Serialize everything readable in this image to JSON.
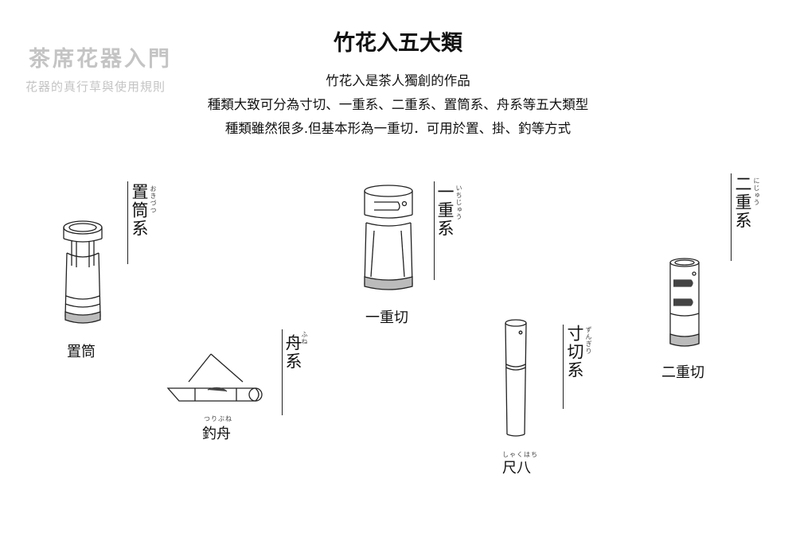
{
  "brand": {
    "title": "茶席花器入門",
    "subtitle": "花器的真行草與使用規則"
  },
  "page_title": "竹花入五大類",
  "intro": [
    "竹花入是茶人獨創的作品",
    "種類大致可分為寸切、一重系、二重系、置筒系、舟系等五大類型",
    "種類雖然很多.但基本形為一重切．可用於置、掛、釣等方式"
  ],
  "categories": [
    {
      "id": "okizutsu",
      "label": "置筒系",
      "ruby": "おきづつ"
    },
    {
      "id": "ichiju",
      "label": "一重系",
      "ruby": "いちじゅう"
    },
    {
      "id": "niju",
      "label": "二重系",
      "ruby": "にじゅう"
    },
    {
      "id": "fune",
      "label": "舟系",
      "ruby": "ふね"
    },
    {
      "id": "zungiri",
      "label": "寸切系",
      "ruby": "ずんぎり"
    }
  ],
  "vases": [
    {
      "id": "okizutsu",
      "name": "置筒",
      "ruby": ""
    },
    {
      "id": "ichiju",
      "name": "一重切",
      "ruby": ""
    },
    {
      "id": "niju",
      "name": "二重切",
      "ruby": ""
    },
    {
      "id": "tsurifune",
      "name": "釣舟",
      "ruby": "つりぶね"
    },
    {
      "id": "shakuhachi",
      "name": "尺八",
      "ruby": "しゃくはち"
    }
  ]
}
